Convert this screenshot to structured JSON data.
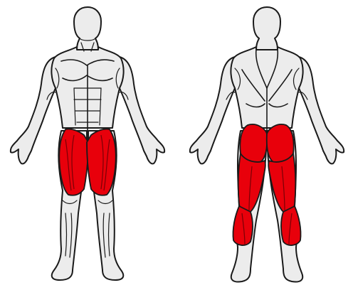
{
  "diagram": {
    "views": [
      {
        "view": "front"
      },
      {
        "view": "back"
      }
    ],
    "highlighted_muscles": {
      "front": [
        "quadriceps"
      ],
      "back": [
        "glutes",
        "hamstrings",
        "calves"
      ]
    },
    "colors": {
      "highlight": "#e8000b",
      "body_fill": "#ececec",
      "outline": "#1a1a1a",
      "background": "#ffffff"
    }
  }
}
